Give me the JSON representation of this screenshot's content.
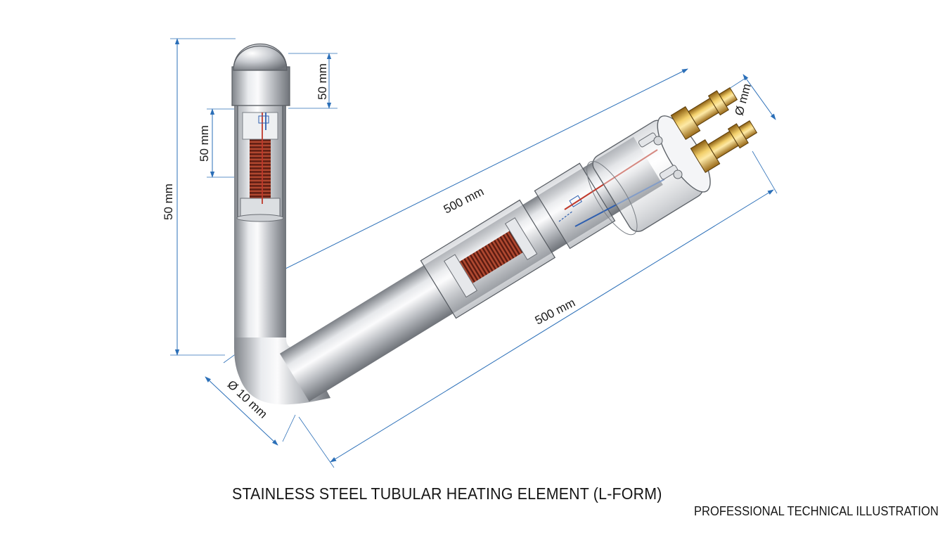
{
  "title": "STAINLESS STEEL TUBULAR HEATING ELEMENT (L-FORM)",
  "subtitle": "PROFESSIONAL TECHNICAL ILLUSTRATION",
  "dimensions": {
    "cap_height": "50 mm",
    "coil_section_height": "50 mm",
    "vertical_leg_height": "50 mm",
    "horizontal_leg_upper": "500 mm",
    "horizontal_leg_lower": "500 mm",
    "tube_diameter": "Ø 10 mm",
    "terminal_diameter": "Ø mm"
  },
  "colors": {
    "dimension_line": "#2b6fb8",
    "steel_dark": "#8d9096",
    "steel_light": "#f3f4f6",
    "coil_copper": "#8a2a1e",
    "brass": "#d4a437",
    "wire_red": "#c0392b",
    "wire_blue": "#2e5fb0"
  }
}
